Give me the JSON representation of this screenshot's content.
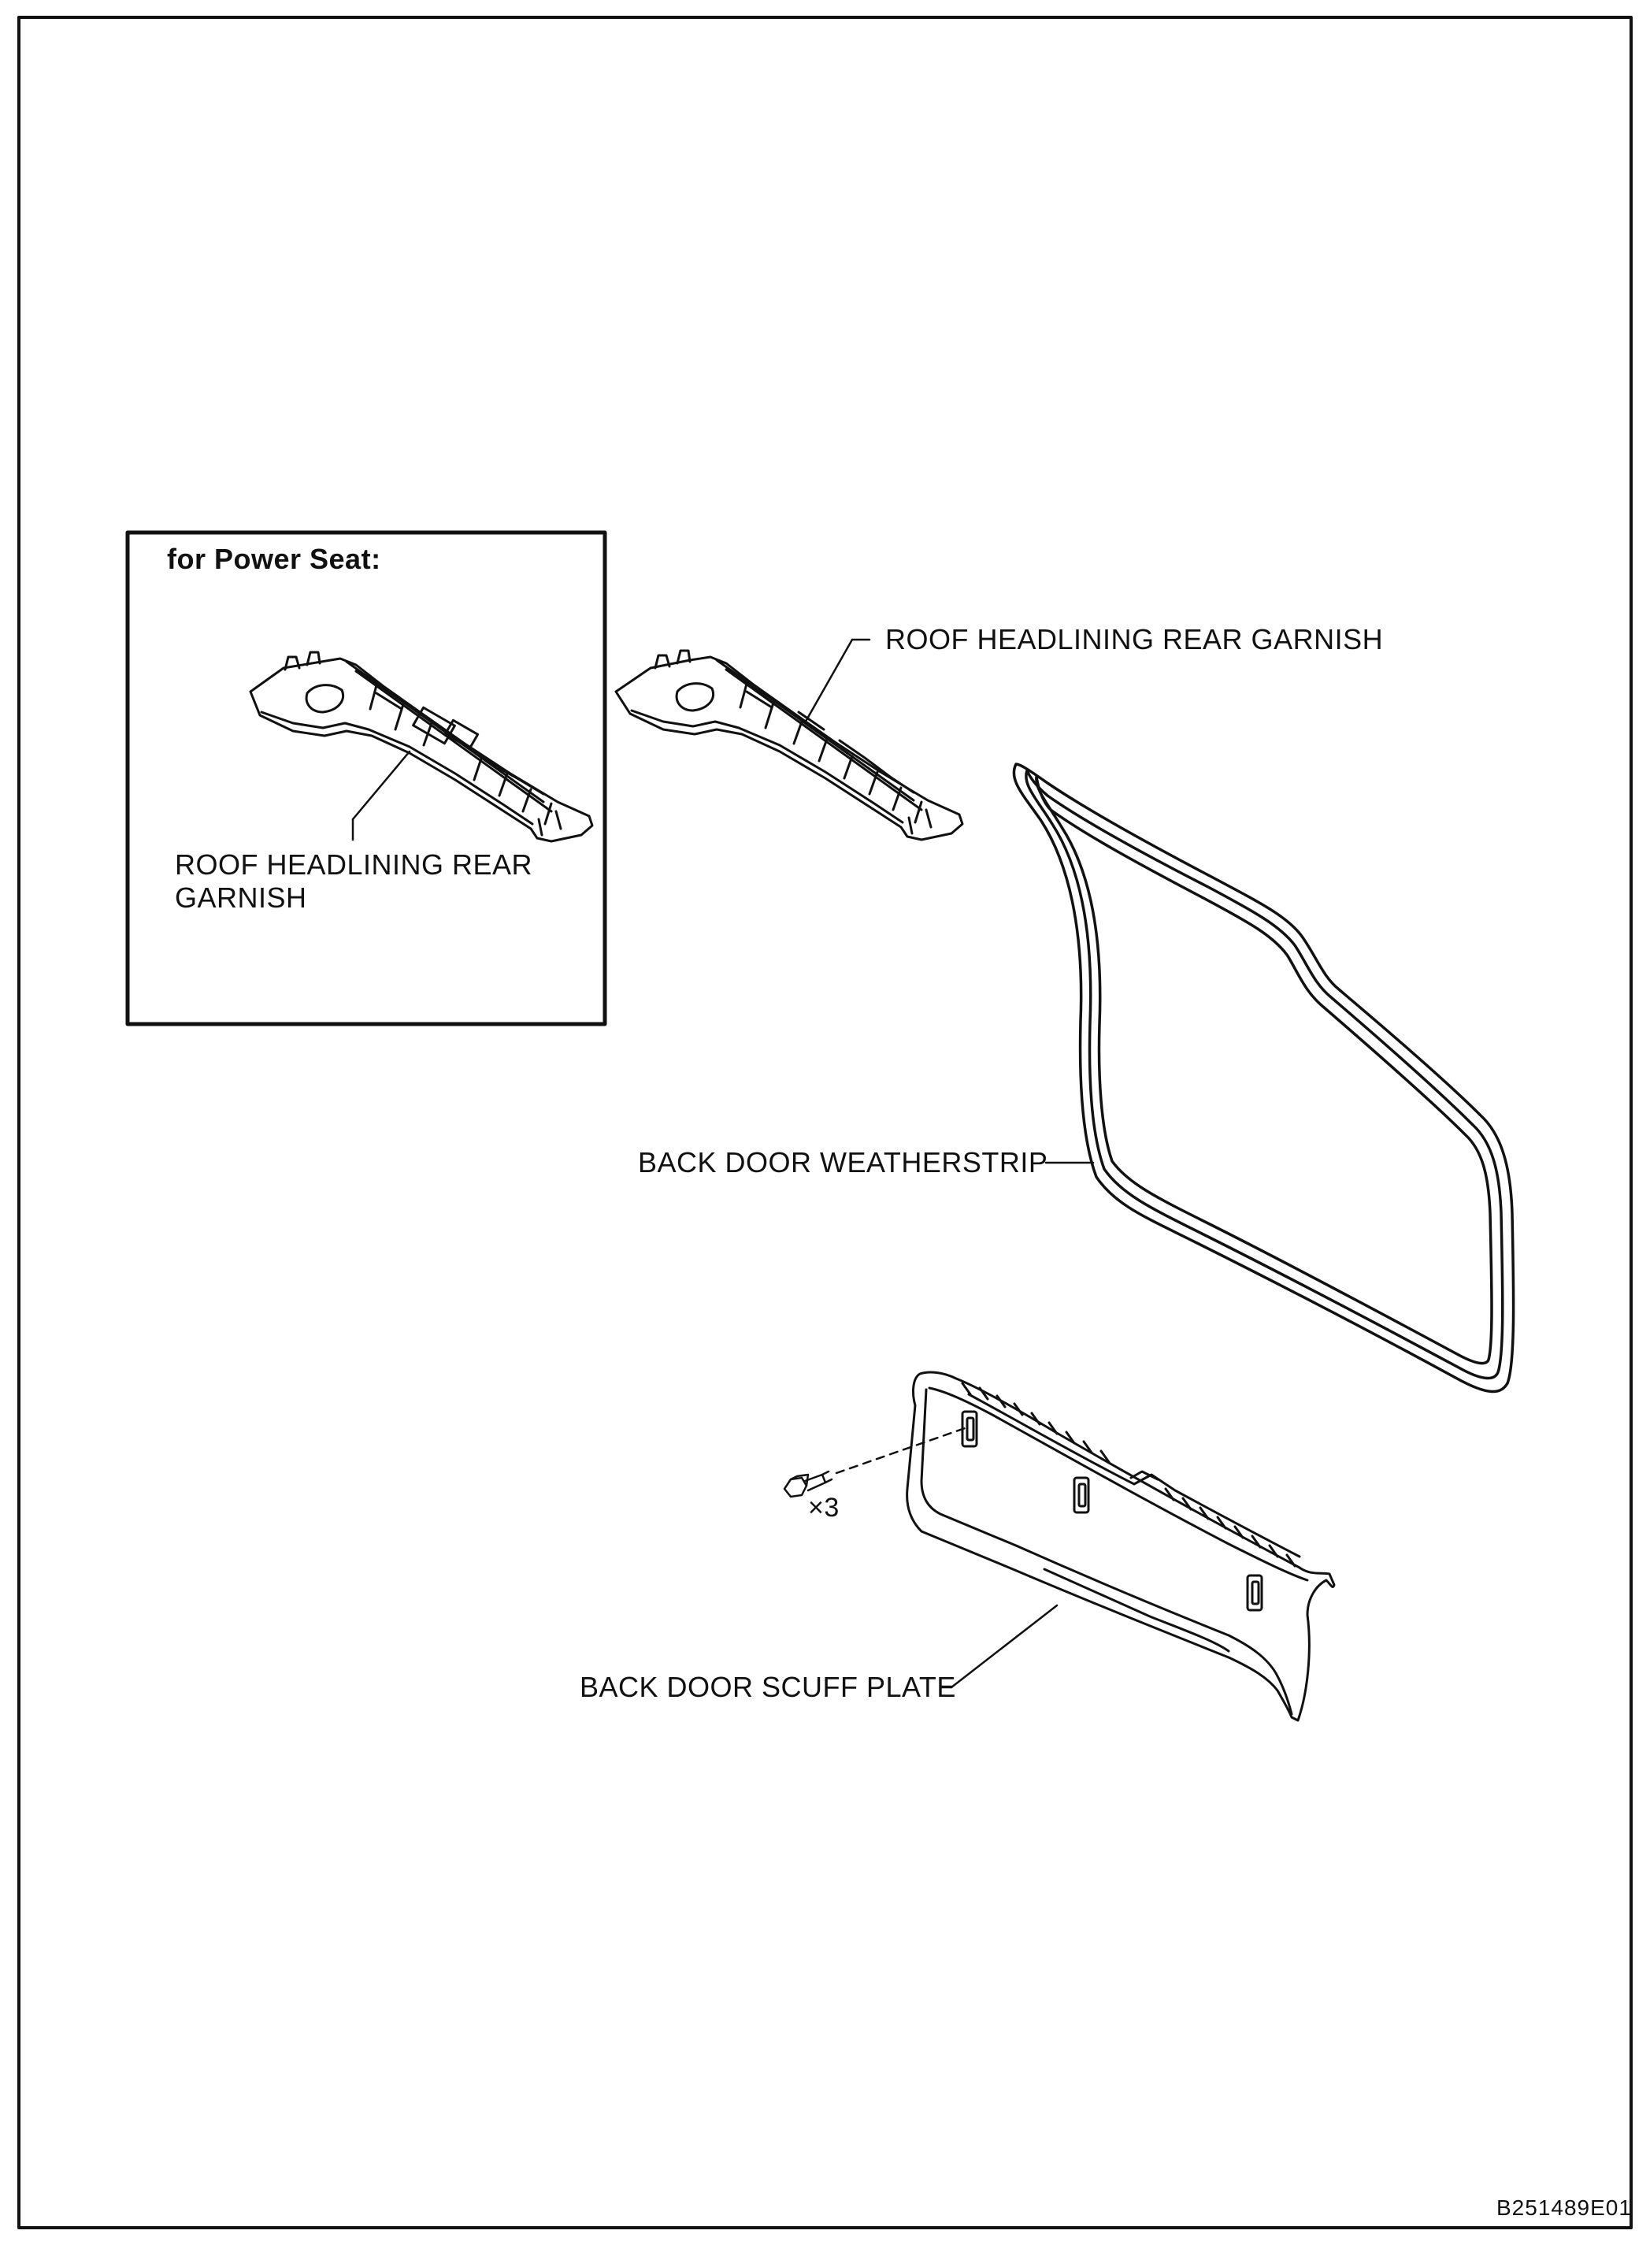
{
  "inset": {
    "title": "for Power Seat:",
    "part_label_line1": "ROOF HEADLINING REAR",
    "part_label_line2": "GARNISH"
  },
  "labels": {
    "roof_headlining_rear_garnish": "ROOF HEADLINING REAR GARNISH",
    "back_door_weatherstrip": "BACK DOOR WEATHERSTRIP",
    "back_door_scuff_plate": "BACK DOOR SCUFF PLATE",
    "bolt_quantity": "×3"
  },
  "figure_id": "B251489E01",
  "colors": {
    "line": "#111111",
    "background": "#ffffff"
  }
}
